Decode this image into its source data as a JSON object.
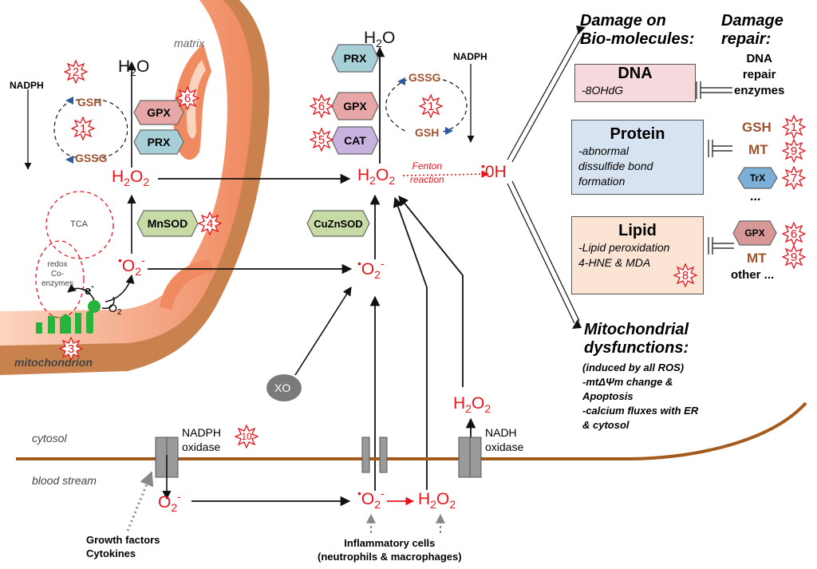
{
  "mito": {
    "matrix": "matrix",
    "label": "mitochondrion",
    "tca": "TCA",
    "redox": "redox\nCo-\nenzymes",
    "nadph": "NADPH",
    "gsh": "GSH",
    "gssg": "GSSG",
    "gpx": "GPX",
    "prx": "PRX",
    "mnsod": "MnSOD",
    "h2o": "H",
    "h2o2": "H",
    "o2": "O",
    "e": "e",
    "o2b": "O"
  },
  "cyto": {
    "prx": "PRX",
    "gpx": "GPX",
    "cat": "CAT",
    "cuznsod": "CuZnSOD",
    "gssg": "GSSG",
    "gsh": "GSH",
    "nadph": "NADPH",
    "fenton": "Fenton\nreaction",
    "oh": "0H",
    "xo": "XO"
  },
  "membrane": {
    "cytosol": "cytosol",
    "blood": "blood stream",
    "nadph_ox": "NADPH\noxidase",
    "nadh_ox": "NADH\noxidase",
    "growth": "Growth factors\nCytokines",
    "inflam": "Inflammatory cells\n(neutrophils & macrophages)"
  },
  "damage": {
    "head": "Damage on\nBio-molecules:",
    "repair_head": "Damage\nrepair:",
    "dna_title": "DNA",
    "dna_text": "-8OHdG",
    "dna_repair": "DNA\nrepair\nenzymes",
    "protein_title": "Protein",
    "protein_text": "-abnormal\ndissulfide bond\nformation",
    "protein_gsh": "GSH",
    "protein_mt": "MT",
    "protein_trx": "TrX",
    "protein_more": "...",
    "lipid_title": "Lipid",
    "lipid_text": "-Lipid peroxidation\n4-HNE & MDA",
    "lipid_gpx": "GPX",
    "lipid_mt": "MT",
    "lipid_other": "other ...",
    "mito_head": "Mitochondrial\ndysfunctions:",
    "mito_text": "(induced by all ROS)\n-mtΔΨm change &\nApoptosis\n-calcium fluxes with ER\n& cytosol"
  },
  "badges": {
    "b1": "1",
    "b2": "2",
    "b3": "3",
    "b4": "4",
    "b5": "5",
    "b6": "6",
    "b7": "7",
    "b8": "8",
    "b9": "9",
    "b10": "10"
  },
  "colors": {
    "red": "#e8141c",
    "mito_orange": "#f4a27a",
    "mito_dark": "#c97a48",
    "membrane": "#a35a1c",
    "dna_box": "#f5d9dc",
    "protein_box": "#d7e3f1",
    "lipid_box": "#fce4d4"
  }
}
